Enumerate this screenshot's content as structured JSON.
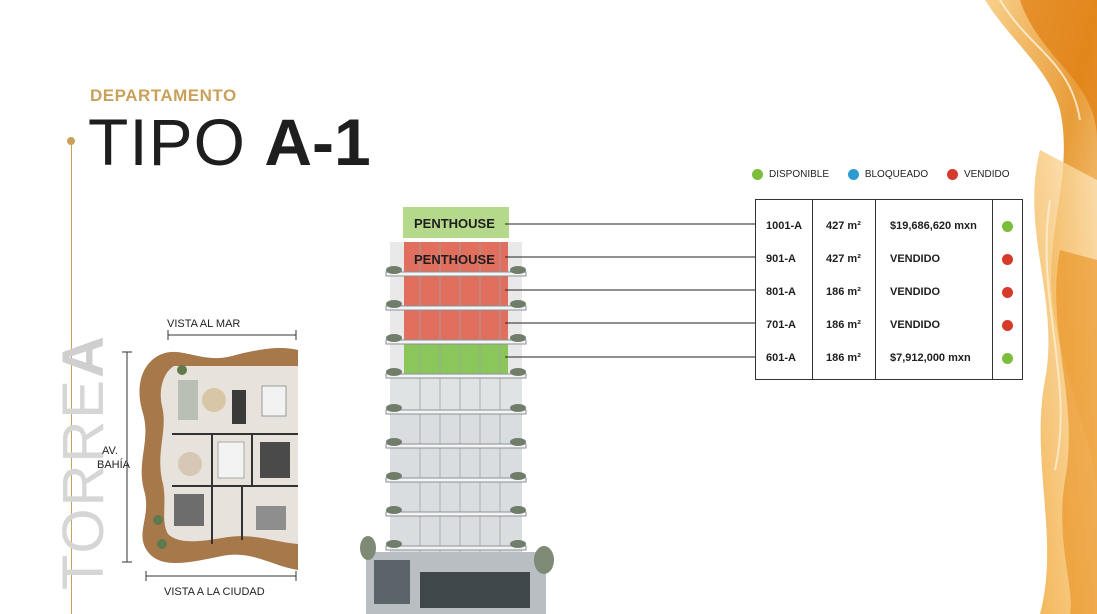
{
  "header": {
    "kicker": "DEPARTAMENTO",
    "title_light": "TIPO",
    "title_bold": "A-1"
  },
  "tower": {
    "light": "TORRE",
    "bold": "A"
  },
  "legend": [
    {
      "label": "DISPONIBLE",
      "color": "#7cbd3b"
    },
    {
      "label": "BLOQUEADO",
      "color": "#2b9bd1"
    },
    {
      "label": "VENDIDO",
      "color": "#d63a2a"
    }
  ],
  "building": {
    "penthouse_labels": [
      "PENTHOUSE",
      "PENTHOUSE"
    ]
  },
  "units": [
    {
      "unit": "1001-A",
      "area": "427 m²",
      "price": "$19,686,620 mxn",
      "status": "disponible",
      "color": "#7cbd3b"
    },
    {
      "unit": "901-A",
      "area": "427 m²",
      "price": "VENDIDO",
      "status": "vendido",
      "color": "#d63a2a"
    },
    {
      "unit": "801-A",
      "area": "186 m²",
      "price": "VENDIDO",
      "status": "vendido",
      "color": "#d63a2a"
    },
    {
      "unit": "701-A",
      "area": "186 m²",
      "price": "VENDIDO",
      "status": "vendido",
      "color": "#d63a2a"
    },
    {
      "unit": "601-A",
      "area": "186 m²",
      "price": "$7,912,000 mxn",
      "status": "disponible",
      "color": "#7cbd3b"
    }
  ],
  "plan": {
    "top_label": "VISTA AL MAR",
    "bottom_label": "VISTA A LA CIUDAD",
    "side_label_1": "AV.",
    "side_label_2": "BAHÍA"
  },
  "colors": {
    "accent_gold": "#c9a15a",
    "available_green": "#7cbd3b",
    "sold_red": "#d63a2a",
    "blocked_blue": "#2b9bd1"
  }
}
